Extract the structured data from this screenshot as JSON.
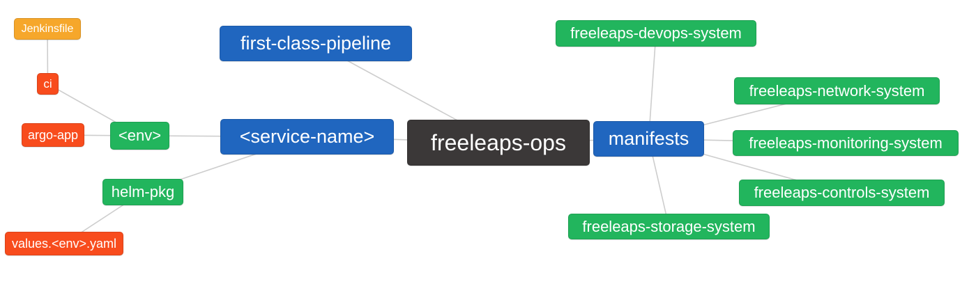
{
  "diagram": {
    "edge_color": "#cdcdcd",
    "palette": {
      "amber": "#F6A72B",
      "orange_red": "#F84C1D",
      "green": "#22B55D",
      "blue": "#2066BF",
      "dark": "#3B3838"
    },
    "nodes": [
      {
        "id": "jenkinsfile",
        "label": "Jenkinsfile",
        "color": "amber"
      },
      {
        "id": "ci",
        "label": "ci",
        "color": "orange_red"
      },
      {
        "id": "argo-app",
        "label": "argo-app",
        "color": "orange_red"
      },
      {
        "id": "env",
        "label": "<env>",
        "color": "green"
      },
      {
        "id": "helm-pkg",
        "label": "helm-pkg",
        "color": "green"
      },
      {
        "id": "values-env-yaml",
        "label": "values.<env>.yaml",
        "color": "orange_red"
      },
      {
        "id": "first-class-pipeline",
        "label": "first-class-pipeline",
        "color": "blue"
      },
      {
        "id": "service-name",
        "label": "<service-name>",
        "color": "blue"
      },
      {
        "id": "freeleaps-ops",
        "label": "freeleaps-ops",
        "color": "dark"
      },
      {
        "id": "manifests",
        "label": "manifests",
        "color": "blue"
      },
      {
        "id": "freeleaps-devops-system",
        "label": "freeleaps-devops-system",
        "color": "green"
      },
      {
        "id": "freeleaps-network-system",
        "label": "freeleaps-network-system",
        "color": "green"
      },
      {
        "id": "freeleaps-monitoring-system",
        "label": "freeleaps-monitoring-system",
        "color": "green"
      },
      {
        "id": "freeleaps-controls-system",
        "label": "freeleaps-controls-system",
        "color": "green"
      },
      {
        "id": "freeleaps-storage-system",
        "label": "freeleaps-storage-system",
        "color": "green"
      }
    ],
    "edges": [
      [
        "jenkinsfile",
        "ci"
      ],
      [
        "ci",
        "env"
      ],
      [
        "argo-app",
        "env"
      ],
      [
        "env",
        "service-name"
      ],
      [
        "helm-pkg",
        "service-name"
      ],
      [
        "values-env-yaml",
        "helm-pkg"
      ],
      [
        "first-class-pipeline",
        "freeleaps-ops"
      ],
      [
        "service-name",
        "freeleaps-ops"
      ],
      [
        "freeleaps-ops",
        "manifests"
      ],
      [
        "manifests",
        "freeleaps-devops-system"
      ],
      [
        "manifests",
        "freeleaps-network-system"
      ],
      [
        "manifests",
        "freeleaps-monitoring-system"
      ],
      [
        "manifests",
        "freeleaps-controls-system"
      ],
      [
        "manifests",
        "freeleaps-storage-system"
      ]
    ]
  }
}
